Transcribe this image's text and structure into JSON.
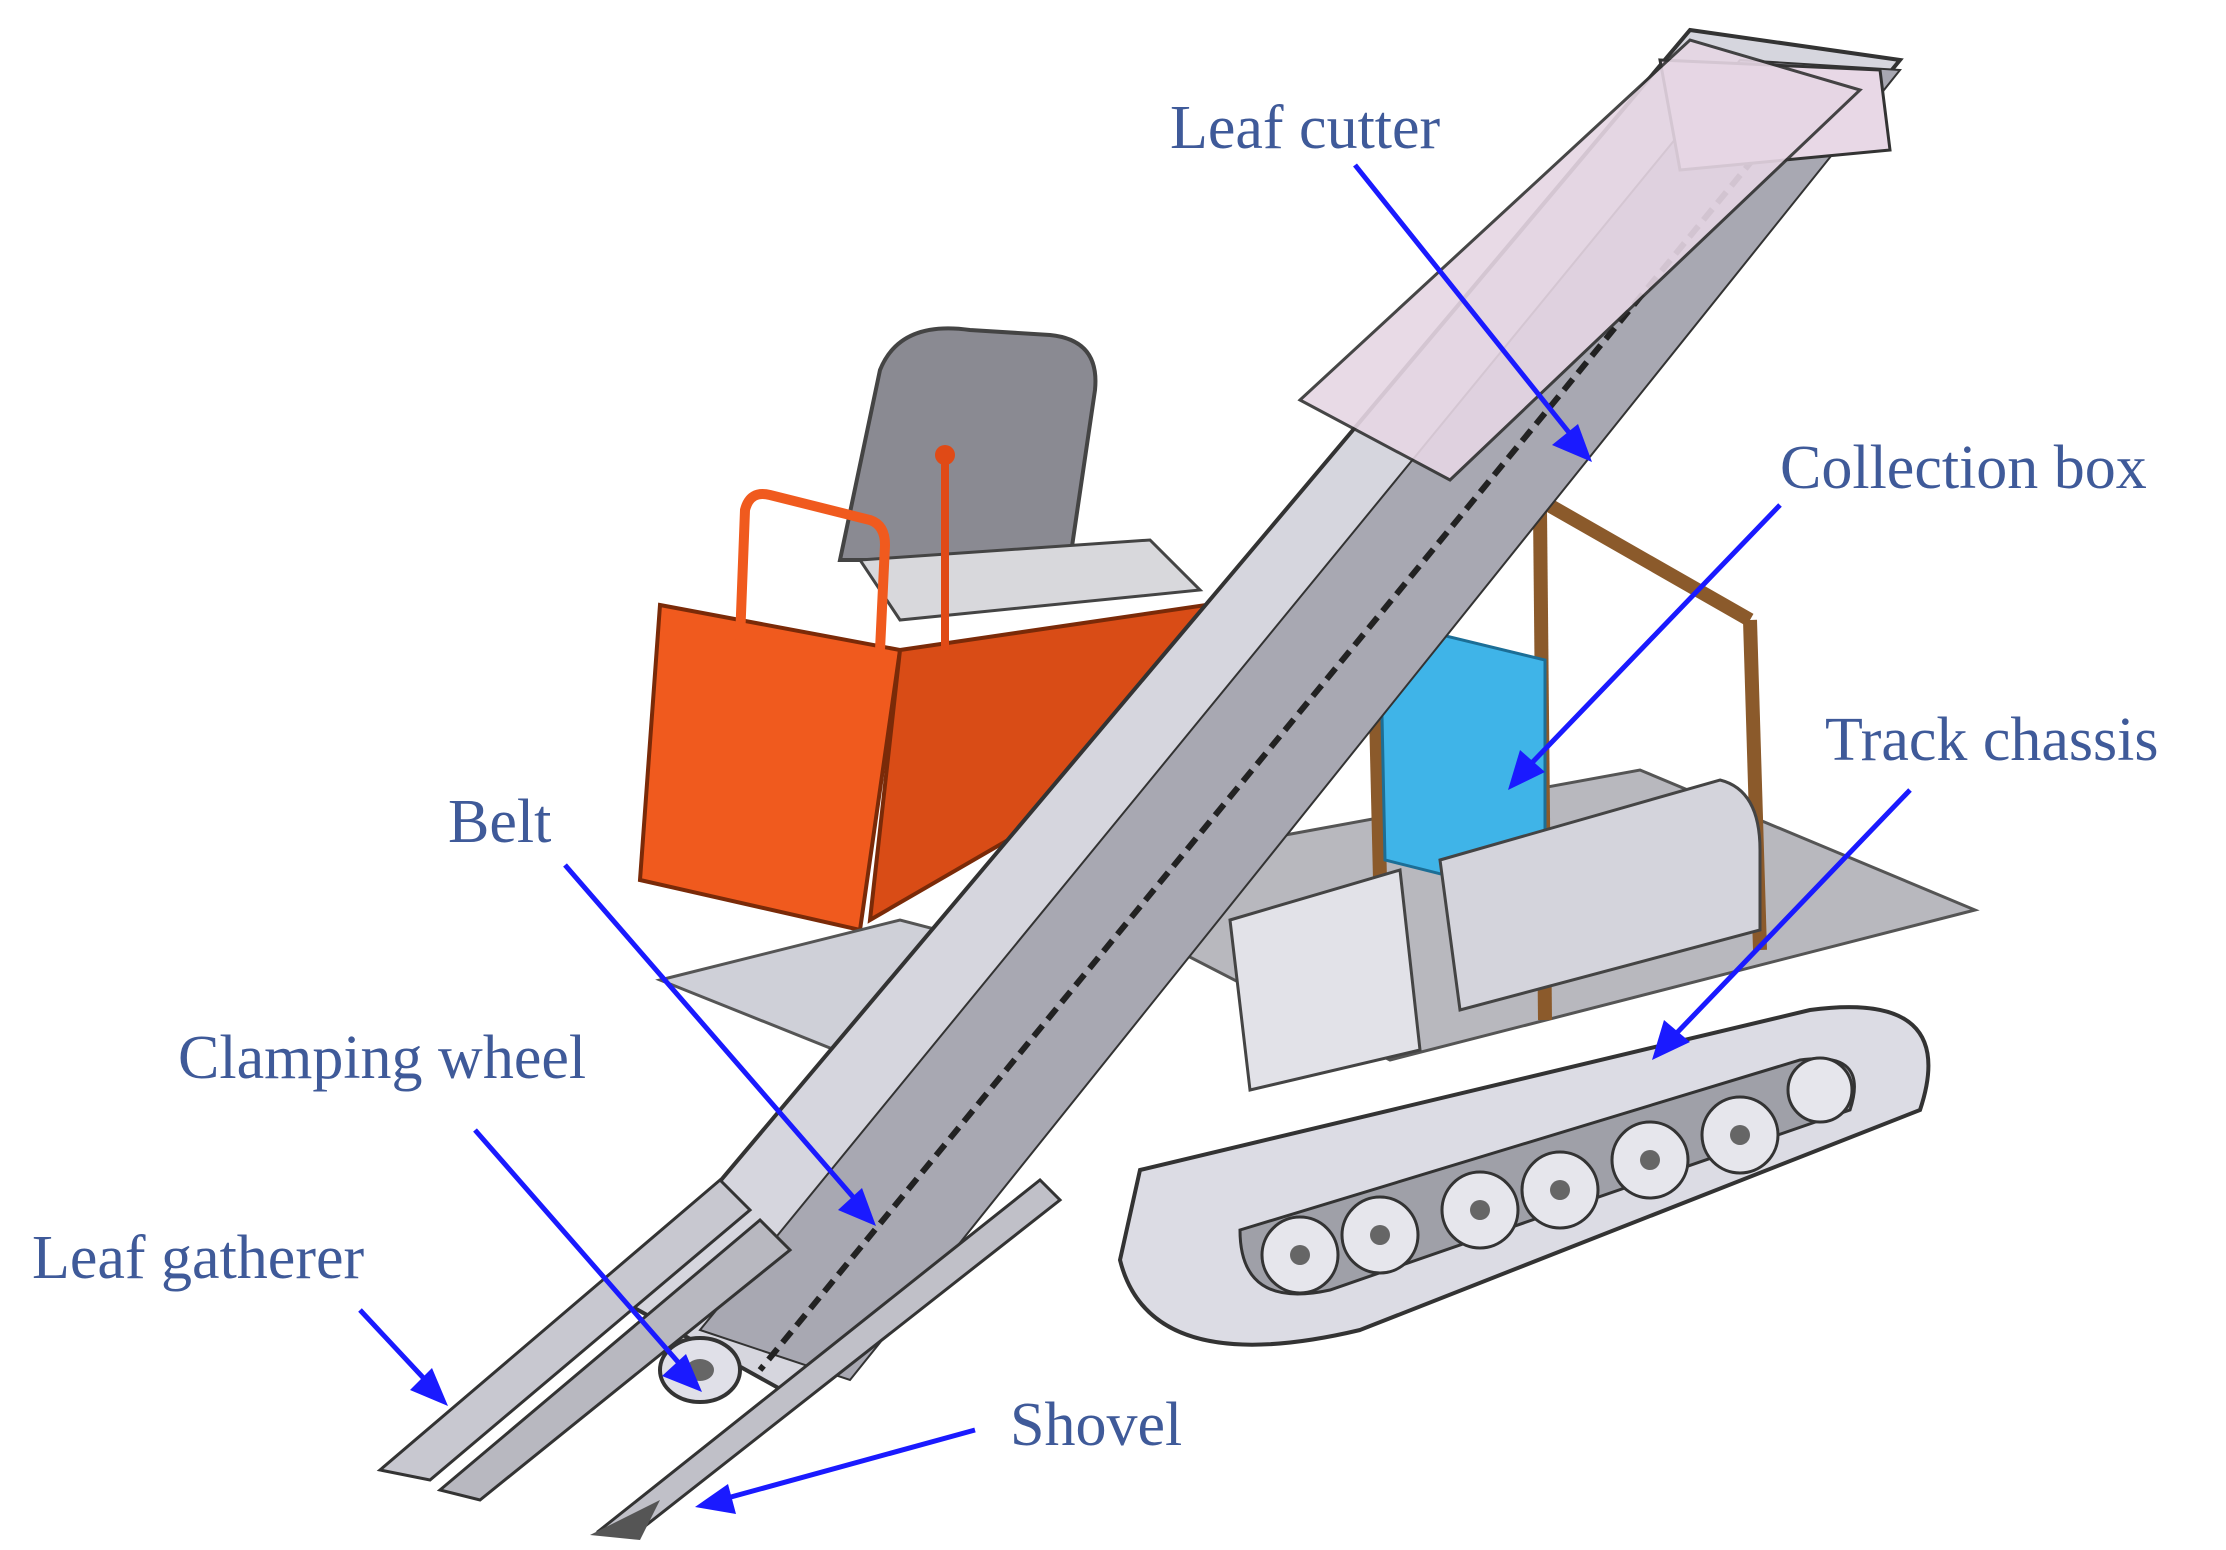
{
  "labels": {
    "leaf_cutter": "Leaf cutter",
    "collection_box": "Collection box",
    "track_chassis": "Track chassis",
    "belt": "Belt",
    "clamping_wheel": "Clamping wheel",
    "leaf_gatherer": "Leaf gatherer",
    "shovel": "Shovel"
  },
  "colors": {
    "label_text": "#3f5a99",
    "arrow": "#1a1aff",
    "body_orange": "#f05a1e",
    "frame_brown": "#8b5a2b",
    "box_blue": "#3fb4e8",
    "metal_gray": "#c8c8d0"
  }
}
